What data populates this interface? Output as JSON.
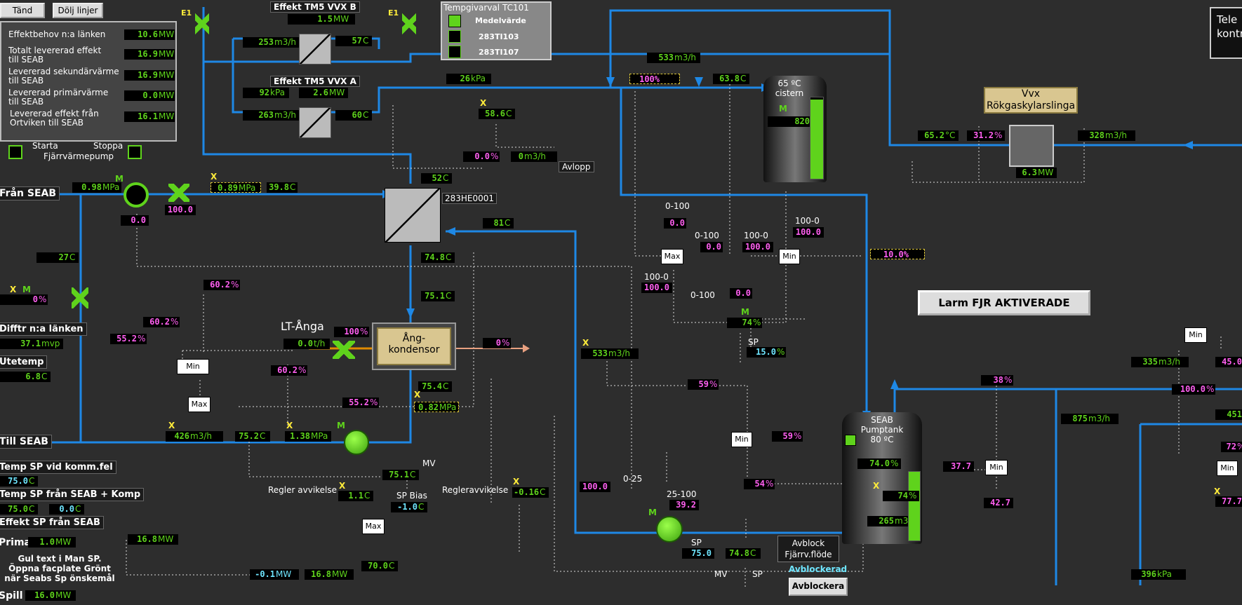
{
  "toolbar": {
    "tand": "Tänd",
    "dolj": "Dölj linjer"
  },
  "info_panel": {
    "rows": [
      {
        "label": "Effektbehov n:a länken",
        "value": "10.6",
        "unit": "MW"
      },
      {
        "label": "Totalt levererad effekt\ntill SEAB",
        "value": "16.9",
        "unit": "MW"
      },
      {
        "label": "Levererad sekundärvärme\ntill SEAB",
        "value": "16.9",
        "unit": "MW"
      },
      {
        "label": "Levererad primärvärme\ntill SEAB",
        "value": "0.0",
        "unit": "MW"
      },
      {
        "label": "Levererad effekt från\nOrtviken till SEAB",
        "value": "16.1",
        "unit": "MW"
      }
    ],
    "starta": "Starta",
    "stoppa": "Stoppa",
    "pump": "Fjärrvärmepump"
  },
  "tempgivarval": {
    "title": "Tempgivarval",
    "tag": "TC101",
    "opts": [
      "Medelvärde",
      "283TI103",
      "283TI107"
    ]
  },
  "texts": {
    "vvxb": "Effekt TM5 VVX B",
    "vvxa": "Effekt TM5 VVX A",
    "e1": "E1",
    "avlopp": "Avlopp",
    "he": "283HE0001",
    "fran_seab": "Från SEAB",
    "till_seab": "Till SEAB",
    "difftr": "Difftr n:a länken",
    "utetemp": "Utetemp",
    "lt_anga": "LT-Ånga",
    "kondensor": "Ång-\nkondensor",
    "cistern": "65 ºC\ncistern",
    "vvx_rok": "Vvx\nRökgaskylarslinga",
    "larm": "Larm FJR AKTIVERADE",
    "pumptank": "SEAB\nPumptank\n80 ºC",
    "avblock_btn": "Avblock\nFjärrv.flöde",
    "avblockerad": "Avblockerad",
    "avblockera": "Avblockera",
    "temp_sp_komm": "Temp SP vid komm.fel",
    "temp_sp_seab": "Temp SP från SEAB + Komp",
    "effekt_sp": "Effekt SP från SEAB",
    "prima": "Prima",
    "spill": "Spill",
    "gul_text": "Gul text i Man SP.\nÖppna facplate Grönt\nnär Seabs Sp önskemål",
    "regler_avv": "Regler avvikelse",
    "regleravv": "Regleravvikelse",
    "mv": "MV",
    "sp_bias": "SP Bias",
    "sp": "SP",
    "tele": "Tele\nkontr",
    "min": "Min",
    "max": "Max",
    "x": "X",
    "m": "M"
  },
  "fn_labels": {
    "r0_100a": "0-100",
    "r0_100b": "0-100",
    "r100_0a": "100-0",
    "r100_0b": "100-0",
    "r100_0c": "100-0",
    "r0_100c": "0-100",
    "r0_25": "0-25",
    "r25_100": "25-100"
  },
  "values": {
    "vvxb_mw": "1.5",
    "vvxb_flow": "253",
    "vvxb_temp": "57",
    "vvxa_p": "92",
    "vvxa_mw": "2.6",
    "vvxa_flow": "263",
    "vvxa_temp": "60",
    "t586": "58.6",
    "p26": "26",
    "f533top": "533",
    "pct100top": "100%",
    "t638": "63.8",
    "cist": "820",
    "avl_pct": "0.0",
    "avl_flow": "0",
    "t52": "52",
    "t81": "81",
    "t748": "74.8",
    "t751": "75.1",
    "t754": "75.4",
    "p082": "0.82",
    "seab_p": "0.98",
    "v0899": "0.89",
    "t398": "39.8",
    "valve100": "100.0",
    "v00a": "0.0",
    "t27": "27",
    "pct0": "0",
    "difftr": "37.1",
    "utetemp": "6.8",
    "pct602a": "60.2",
    "pct602b": "60.2",
    "pct602c": "60.2",
    "pct552a": "55.2",
    "pct552b": "55.2",
    "lt_flow": "0.0",
    "lt_pct": "100",
    "kond_out": "0",
    "f426": "426",
    "t752": "75.2",
    "p138": "1.38",
    "sp_komm": "75.0",
    "sp_seab": "75.0",
    "sp_komp": "0.0",
    "prima": "1.0",
    "spill": "16.0",
    "e168": "16.8",
    "reg_avv": "1.1",
    "mv751": "75.1",
    "bias": "-1.0",
    "t700": "70.0",
    "m01": "-0.1",
    "e168b": "16.8",
    "regavv2": "-0.16",
    "n00a": "0.0",
    "n00b": "0.0",
    "n1000a": "100.0",
    "n1000b": "100.0",
    "n1000c": "100.0",
    "n00c": "0.0",
    "out10": "10.0%",
    "m74": "74",
    "sp15": "15.0",
    "f533": "533",
    "pct59a": "59",
    "pct59b": "59",
    "pct54": "54",
    "n1000d": "100.0",
    "n392": "39.2",
    "sp75": "75.0",
    "t748b": "74.8",
    "t652": "65.2",
    "pct312": "31.2",
    "f328": "328",
    "mw63": "6.3",
    "pct38": "38",
    "t740": "74.0",
    "n377": "37.7",
    "n427": "42.7",
    "pct74b": "74",
    "f265": "265",
    "f335": "335",
    "v450": "45.0",
    "pct1000": "100.0",
    "f875": "875",
    "f451": "451",
    "pct72": "72",
    "pct777": "77.7",
    "p396": "396"
  },
  "units": {
    "mw": "MW",
    "c": "C",
    "kpa": "kPa",
    "mpa": "MPa",
    "m3h": "m3/h",
    "th": "t/h",
    "mvp": "mvp",
    "pct": "%",
    "degc": "°C",
    "m3": "m3"
  },
  "colors": {
    "pipe": "#1e88e5",
    "green": "#5fd31c",
    "pink": "#ff5ff0",
    "cyan": "#6fe6ff",
    "yellow": "#ffeb3b"
  }
}
